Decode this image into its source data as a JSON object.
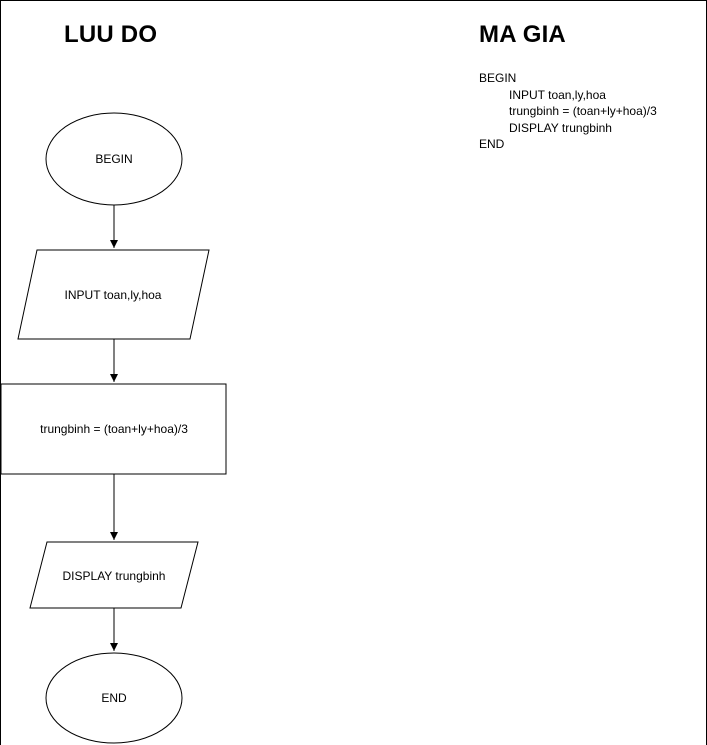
{
  "flowchart": {
    "title": "LUU DO",
    "begin_label": "BEGIN",
    "input_label": "INPUT toan,ly,hoa",
    "process_label": "trungbinh = (toan+ly+hoa)/3",
    "display_label": "DISPLAY trungbinh",
    "end_label": "END"
  },
  "pseudocode": {
    "title": "MA GIA",
    "lines": [
      "BEGIN",
      "INPUT toan,ly,hoa",
      "trungbinh = (toan+ly+hoa)/3",
      "DISPLAY trungbinh",
      "END"
    ]
  },
  "colors": {
    "stroke": "#000000",
    "fill": "#ffffff",
    "background": "#ffffff"
  }
}
